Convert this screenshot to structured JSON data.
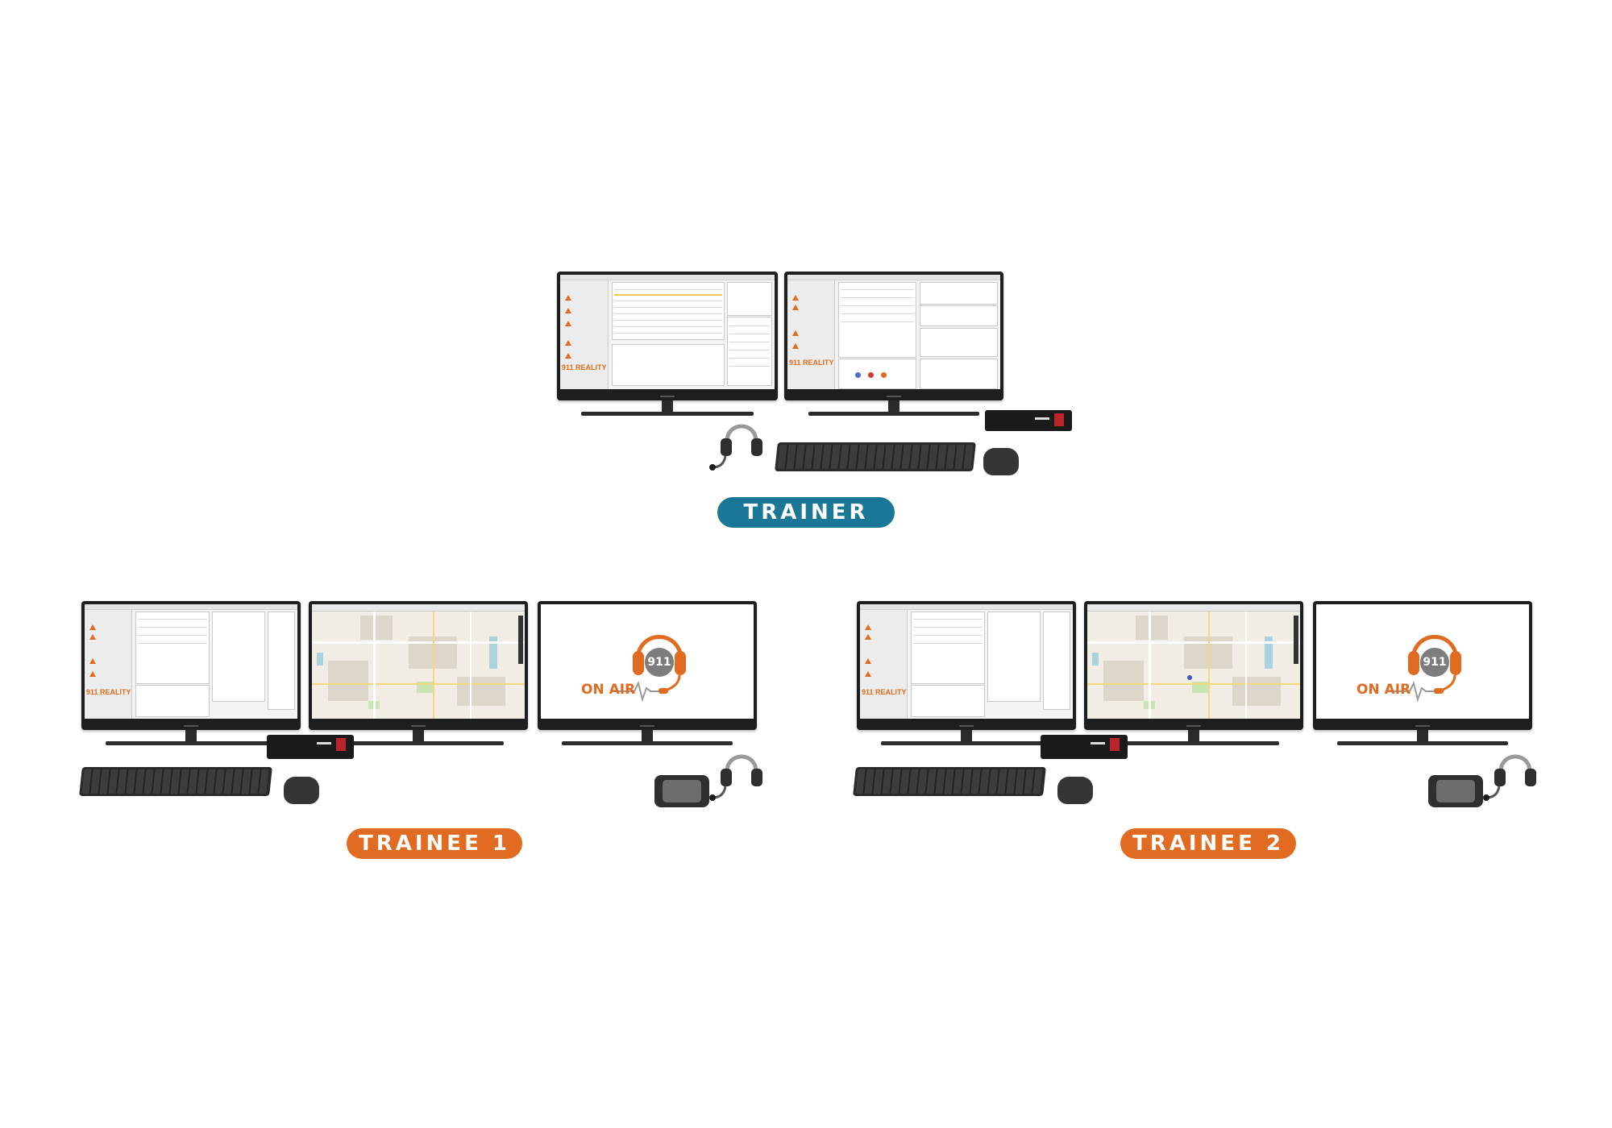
{
  "stations": [
    {
      "id": "trainer",
      "label": "TRAINER",
      "label_color": "#1a7896"
    },
    {
      "id": "trainee1",
      "label": "TRAINEE 1",
      "label_color": "#e06b21"
    },
    {
      "id": "trainee2",
      "label": "TRAINEE 2",
      "label_color": "#e06b21"
    }
  ],
  "app_logo": {
    "brand": "911 REALITY"
  },
  "on_air_logo": {
    "number": "911",
    "text": "ON AIR",
    "color": "#e06b21",
    "badge_color": "#7d7d7d"
  },
  "colors": {
    "accent_orange": "#e06b21",
    "accent_teal": "#1a7896"
  }
}
